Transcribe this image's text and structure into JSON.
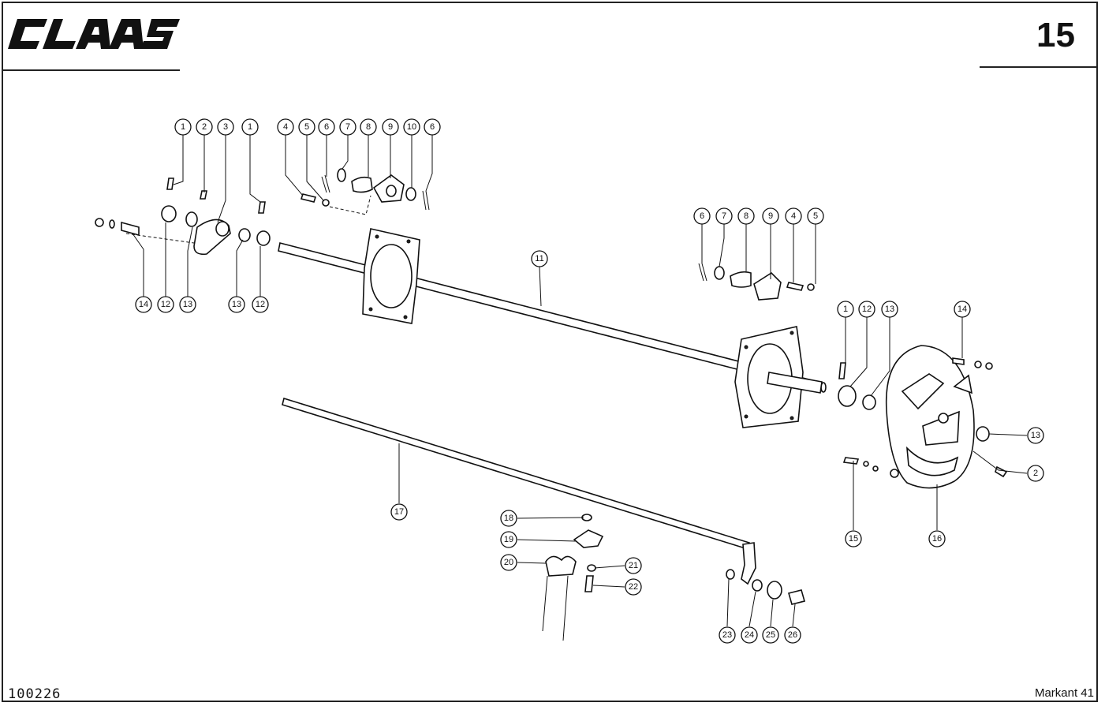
{
  "header": {
    "brand": "CLAAS",
    "page_number": "15"
  },
  "footer": {
    "document_number": "100226",
    "model": "Markant 41"
  },
  "callouts": [
    {
      "id": "c1",
      "label": "1"
    },
    {
      "id": "c2",
      "label": "2"
    },
    {
      "id": "c3",
      "label": "3"
    },
    {
      "id": "c4",
      "label": "1"
    },
    {
      "id": "c5",
      "label": "4"
    },
    {
      "id": "c6",
      "label": "5"
    },
    {
      "id": "c7",
      "label": "6"
    },
    {
      "id": "c8",
      "label": "7"
    },
    {
      "id": "c9",
      "label": "8"
    },
    {
      "id": "c10",
      "label": "9"
    },
    {
      "id": "c11",
      "label": "10"
    },
    {
      "id": "c12",
      "label": "6"
    },
    {
      "id": "c13",
      "label": "14"
    },
    {
      "id": "c14",
      "label": "12"
    },
    {
      "id": "c15",
      "label": "13"
    },
    {
      "id": "c16",
      "label": "13"
    },
    {
      "id": "c17",
      "label": "12"
    },
    {
      "id": "c18",
      "label": "11"
    },
    {
      "id": "c19",
      "label": "6"
    },
    {
      "id": "c20",
      "label": "7"
    },
    {
      "id": "c21",
      "label": "8"
    },
    {
      "id": "c22",
      "label": "9"
    },
    {
      "id": "c23",
      "label": "4"
    },
    {
      "id": "c24",
      "label": "5"
    },
    {
      "id": "c25",
      "label": "1"
    },
    {
      "id": "c26",
      "label": "12"
    },
    {
      "id": "c27",
      "label": "13"
    },
    {
      "id": "c28",
      "label": "14"
    },
    {
      "id": "c29",
      "label": "13"
    },
    {
      "id": "c30",
      "label": "2"
    },
    {
      "id": "c31",
      "label": "15"
    },
    {
      "id": "c32",
      "label": "16"
    },
    {
      "id": "c33",
      "label": "17"
    },
    {
      "id": "c34",
      "label": "18"
    },
    {
      "id": "c35",
      "label": "19"
    },
    {
      "id": "c36",
      "label": "20"
    },
    {
      "id": "c37",
      "label": "21"
    },
    {
      "id": "c38",
      "label": "22"
    },
    {
      "id": "c39",
      "label": "23"
    },
    {
      "id": "c40",
      "label": "24"
    },
    {
      "id": "c41",
      "label": "25"
    },
    {
      "id": "c42",
      "label": "26"
    }
  ]
}
